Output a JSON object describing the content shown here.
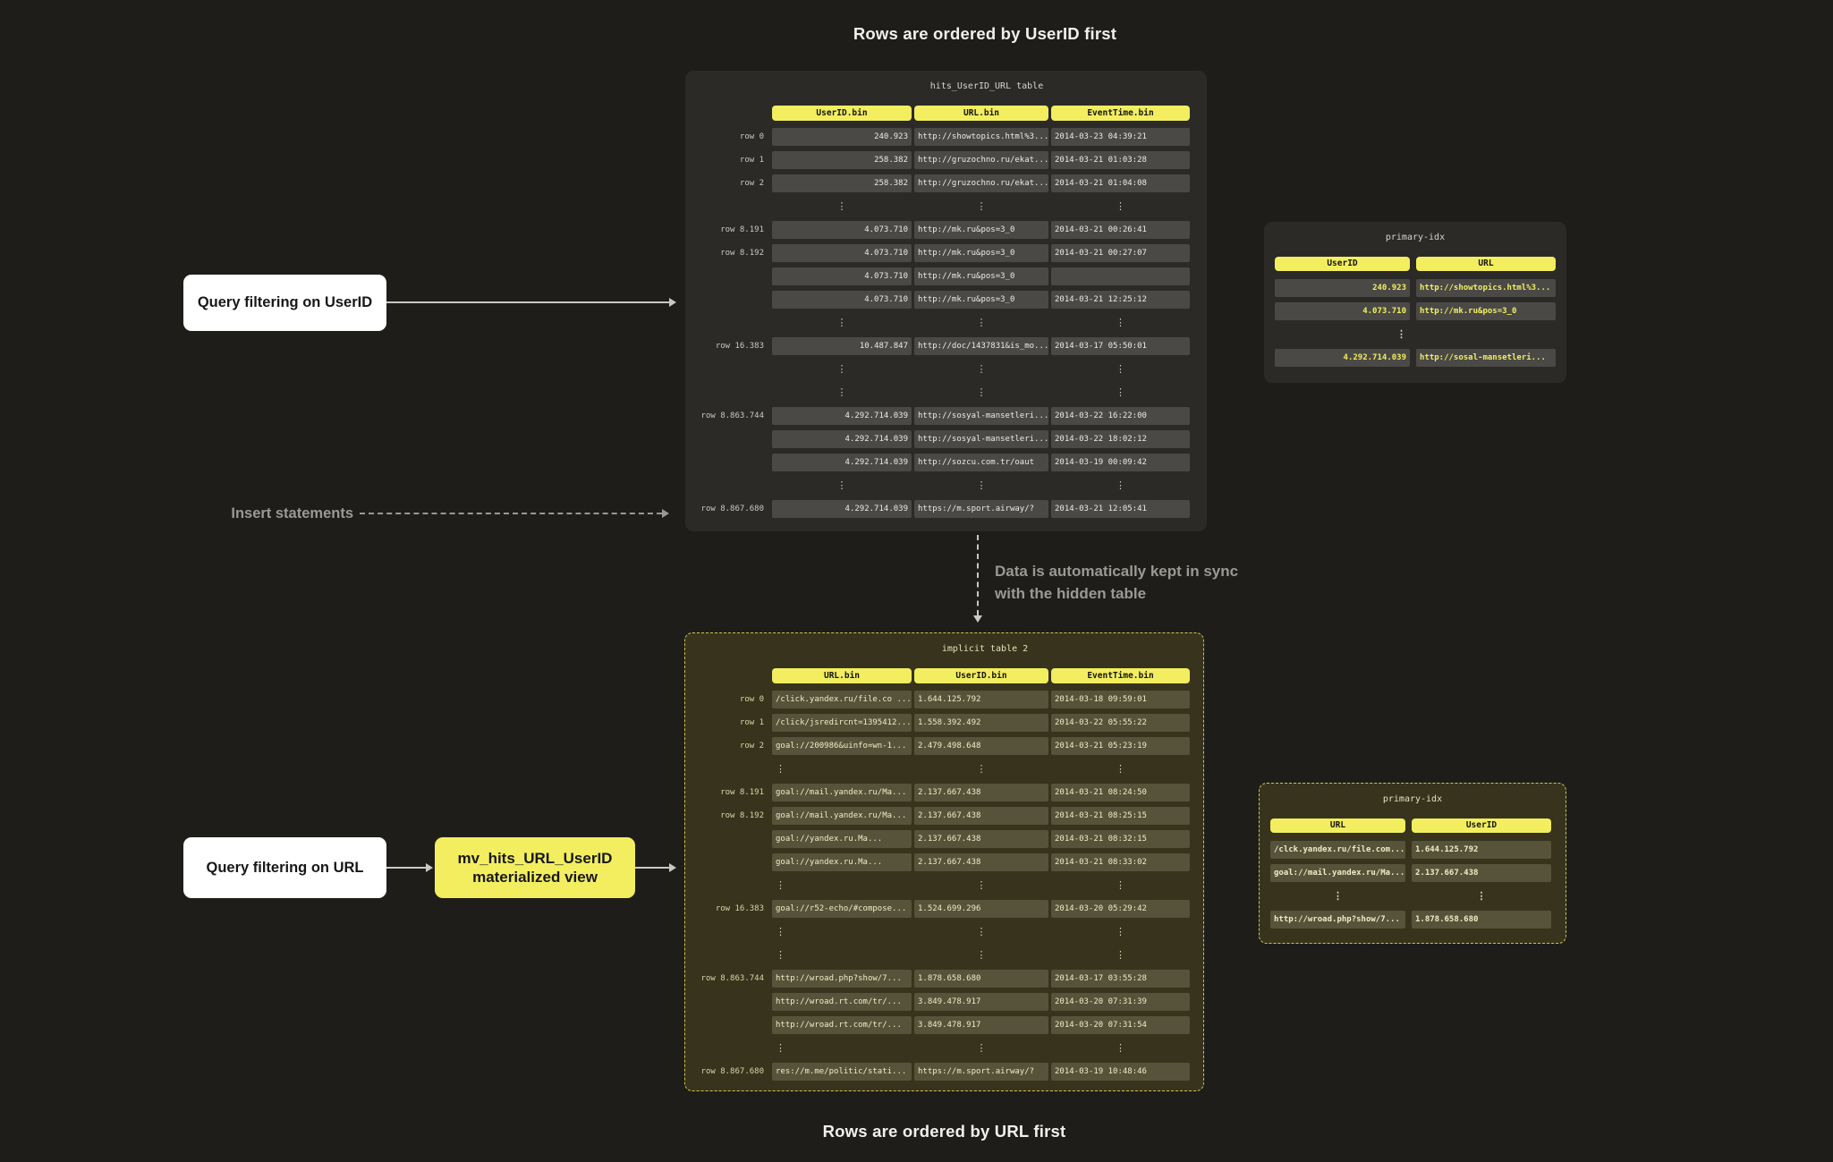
{
  "colors": {
    "background": "#1e1d1a",
    "panel_dark": "#2b2a27",
    "panel_olive": "#37331c",
    "accent_yellow": "#f2ee5f",
    "cell_gray": "#4a4946",
    "cell_olive": "#57533a",
    "dashed_border_yellow": "#cdc452",
    "note_gray": "#9a9994",
    "text_light": "#eceae6"
  },
  "titles": {
    "top": "Rows are ordered by UserID first",
    "bottom": "Rows are ordered by URL first"
  },
  "callouts": {
    "query_userid": "Query filtering on UserID",
    "query_url": "Query filtering on URL",
    "insert_statements": "Insert statements",
    "sync_line1": "Data is automatically kept in sync",
    "sync_line2": "with the hidden table",
    "mv_line1": "mv_hits_URL_UserID",
    "mv_line2": "materialized view"
  },
  "table1": {
    "title": "hits_UserID_URL table",
    "headers": [
      "UserID.bin",
      "URL.bin",
      "EventTime.bin"
    ],
    "rows": [
      {
        "label": "row 0",
        "c1": "240.923",
        "c2": "http://showtopics.html%3...",
        "c3": "2014-03-23 04:39:21"
      },
      {
        "label": "row 1",
        "c1": "258.382",
        "c2": "http://gruzochno.ru/ekat...",
        "c3": "2014-03-21 01:03:28"
      },
      {
        "label": "row 2",
        "c1": "258.382",
        "c2": "http://gruzochno.ru/ekat...",
        "c3": "2014-03-21 01:04:08"
      },
      {
        "dots": true,
        "c1": "⋮",
        "c2": "⋮",
        "c3": "⋮"
      },
      {
        "label": "row 8.191",
        "c1": "4.073.710",
        "c2": "http://mk.ru&pos=3_0",
        "c3": "2014-03-21 00:26:41"
      },
      {
        "label": "row 8.192",
        "c1": "4.073.710",
        "c2": "http://mk.ru&pos=3_0",
        "c3": "2014-03-21 00:27:07"
      },
      {
        "label": "",
        "c1": "4.073.710",
        "c2": "http://mk.ru&pos=3_0",
        "c3": ""
      },
      {
        "label": "",
        "c1": "4.073.710",
        "c2": "http://mk.ru&pos=3_0",
        "c3": "2014-03-21 12:25:12"
      },
      {
        "dots": true,
        "c1": "⋮",
        "c2": "⋮",
        "c3": "⋮"
      },
      {
        "label": "row 16.383",
        "c1": "10.487.847",
        "c2": "http://doc/1437831&is_mo...",
        "c3": "2014-03-17 05:50:01"
      },
      {
        "dots": true,
        "c1": "⋮",
        "c2": "⋮",
        "c3": "⋮"
      },
      {
        "dots": true,
        "c1": "⋮",
        "c2": "⋮",
        "c3": "⋮"
      },
      {
        "label": "row 8.863.744",
        "c1": "4.292.714.039",
        "c2": "http://sosyal-mansetleri...",
        "c3": "2014-03-22 16:22:00"
      },
      {
        "label": "",
        "c1": "4.292.714.039",
        "c2": "http://sosyal-mansetleri...",
        "c3": "2014-03-22 18:02:12"
      },
      {
        "label": "",
        "c1": "4.292.714.039",
        "c2": "http://sozcu.com.tr/oaut",
        "c3": "2014-03-19 00:09:42"
      },
      {
        "dots": true,
        "c1": "⋮",
        "c2": "⋮",
        "c3": "⋮"
      },
      {
        "label": "row 8.867.680",
        "c1": "4.292.714.039",
        "c2": "https://m.sport.airway/?",
        "c3": "2014-03-21 12:05:41"
      }
    ]
  },
  "idx1": {
    "title": "primary-idx",
    "headers": [
      "UserID",
      "URL"
    ],
    "rows": [
      {
        "c1": "240.923",
        "c2": "http://showtopics.html%3..."
      },
      {
        "c1": "4.073.710",
        "c2": "http://mk.ru&pos=3_0"
      },
      {
        "dots": true,
        "c1": "⋮",
        "c2": ""
      },
      {
        "c1": "4.292.714.039",
        "c2": "http://sosal-mansetleri..."
      }
    ]
  },
  "table2": {
    "title": "implicit table 2",
    "headers": [
      "URL.bin",
      "UserID.bin",
      "EventTime.bin"
    ],
    "rows": [
      {
        "label": "row 0",
        "c1": "/click.yandex.ru/file.co ...",
        "c2": "1.644.125.792",
        "c3": "2014-03-18 09:59:01"
      },
      {
        "label": "row 1",
        "c1": "/click/jsredircnt=1395412...",
        "c2": "1.558.392.492",
        "c3": "2014-03-22 05:55:22"
      },
      {
        "label": "row 2",
        "c1": "goal://200986&uinfo=wn-1...",
        "c2": "2.479.498.648",
        "c3": "2014-03-21 05:23:19"
      },
      {
        "dots": true,
        "c1": "⋮",
        "c2": "⋮",
        "c3": "⋮"
      },
      {
        "label": "row 8.191",
        "c1": "goal://mail.yandex.ru/Ma...",
        "c2": "2.137.667.438",
        "c3": "2014-03-21 08:24:50"
      },
      {
        "label": "row 8.192",
        "c1": "goal://mail.yandex.ru/Ma...",
        "c2": "2.137.667.438",
        "c3": "2014-03-21 08:25:15"
      },
      {
        "label": "",
        "c1": "goal://yandex.ru.Ma...",
        "c2": "2.137.667.438",
        "c3": "2014-03-21 08:32:15"
      },
      {
        "label": "",
        "c1": "goal://yandex.ru.Ma...",
        "c2": "2.137.667.438",
        "c3": "2014-03-21 08:33:02"
      },
      {
        "dots": true,
        "c1": "⋮",
        "c2": "⋮",
        "c3": "⋮"
      },
      {
        "label": "row 16.383",
        "c1": "goal://r52-echo/#compose...",
        "c2": "1.524.699.296",
        "c3": "2014-03-20 05:29:42"
      },
      {
        "dots": true,
        "c1": "⋮",
        "c2": "⋮",
        "c3": "⋮"
      },
      {
        "dots": true,
        "c1": "⋮",
        "c2": "⋮",
        "c3": "⋮"
      },
      {
        "label": "row 8.863.744",
        "c1": "http://wroad.php?show/7...",
        "c2": "1.878.658.680",
        "c3": "2014-03-17 03:55:28"
      },
      {
        "label": "",
        "c1": "http://wroad.rt.com/tr/...",
        "c2": "3.849.478.917",
        "c3": "2014-03-20 07:31:39"
      },
      {
        "label": "",
        "c1": "http://wroad.rt.com/tr/...",
        "c2": "3.849.478.917",
        "c3": "2014-03-20 07:31:54"
      },
      {
        "dots": true,
        "c1": "⋮",
        "c2": "⋮",
        "c3": "⋮"
      },
      {
        "label": "row 8.867.680",
        "c1": "res://m.me/politic/stati...",
        "c2": "https://m.sport.airway/?",
        "c3": "2014-03-19 10:48:46"
      }
    ]
  },
  "idx2": {
    "title": "primary-idx",
    "headers": [
      "URL",
      "UserID"
    ],
    "rows": [
      {
        "c1": "/clck.yandex.ru/file.com...",
        "c2": "1.644.125.792"
      },
      {
        "c1": "goal://mail.yandex.ru/Ma...",
        "c2": "2.137.667.438"
      },
      {
        "dots": true,
        "c1": "⋮",
        "c2": "⋮"
      },
      {
        "c1": "http://wroad.php?show/7...",
        "c2": "1.878.658.680"
      }
    ]
  }
}
